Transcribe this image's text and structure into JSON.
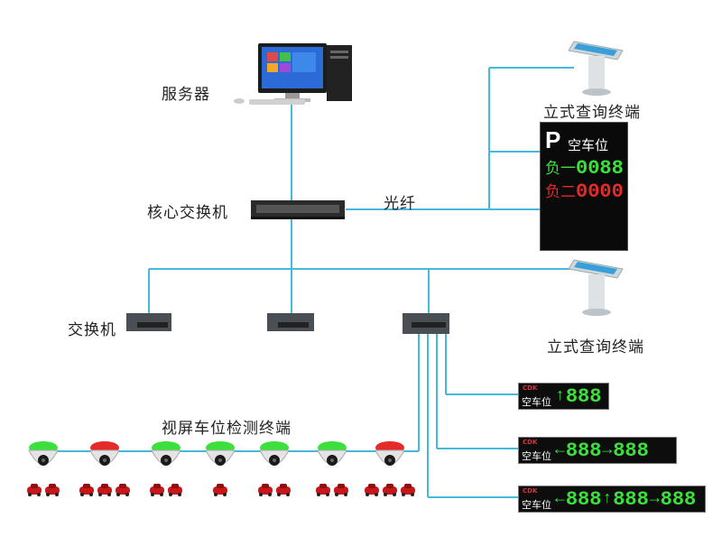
{
  "nodes": {
    "server": "服务器",
    "core_switch": "核心交换机",
    "fiber": "光纤",
    "switch": "交换机",
    "kiosk_top": "立式查询终端",
    "kiosk_bottom": "立式查询终端",
    "detector_label": "视屏车位检测终端"
  },
  "big_display": {
    "logo": "P",
    "title": "空车位",
    "rows": [
      {
        "level": "负一",
        "count": "0088",
        "color": "#3ce03c"
      },
      {
        "level": "负二",
        "count": "0000",
        "color": "#e52a2a"
      }
    ]
  },
  "guidance_signs": [
    {
      "prefix": "空车位",
      "segments": [
        {
          "arrow": "↑",
          "value": "888"
        }
      ]
    },
    {
      "prefix": "空车位",
      "segments": [
        {
          "arrow": "←",
          "value": "888"
        },
        {
          "arrow": "→",
          "value": "888"
        }
      ]
    },
    {
      "prefix": "空车位",
      "segments": [
        {
          "arrow": "←",
          "value": "888"
        },
        {
          "arrow": "↑",
          "value": "888"
        },
        {
          "arrow": "→",
          "value": "888"
        }
      ]
    }
  ],
  "sign_logo_text": "CDK",
  "cameras": [
    {
      "status": "green",
      "cars": 2
    },
    {
      "status": "red",
      "cars": 3
    },
    {
      "status": "green",
      "cars": 2
    },
    {
      "status": "green",
      "cars": 1
    },
    {
      "status": "green",
      "cars": 2
    },
    {
      "status": "green",
      "cars": 2
    },
    {
      "status": "red",
      "cars": 3
    }
  ],
  "colors": {
    "link": "#45b9dc",
    "green": "#3ce03c",
    "red": "#e52a2a"
  }
}
